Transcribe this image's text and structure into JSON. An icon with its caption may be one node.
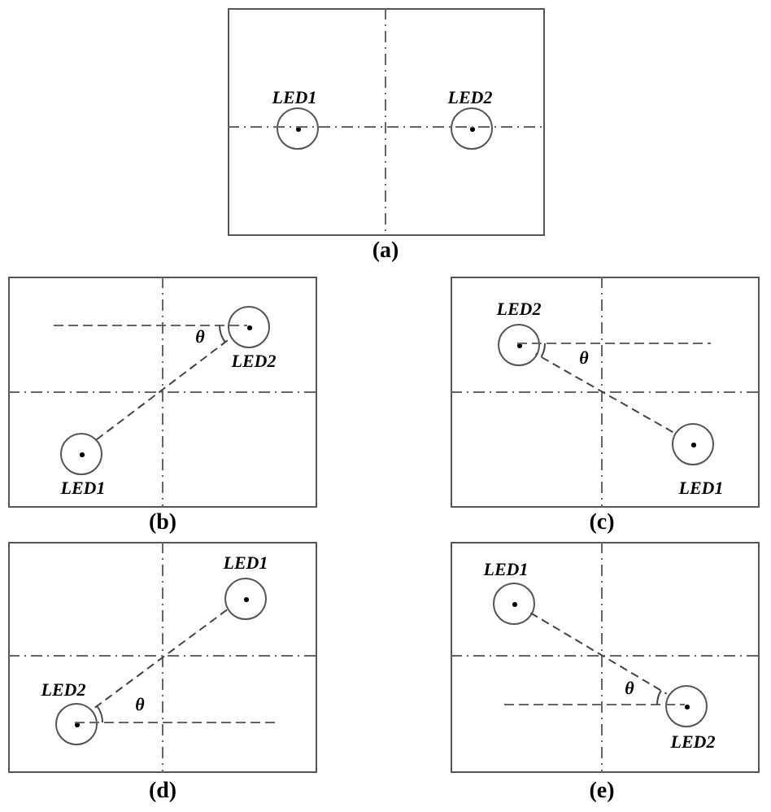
{
  "diagram": {
    "nodes": [
      {
        "text": [],
        "shape": "box",
        "beside": [
          "(a)"
        ]
      },
      {
        "text": [
          "LED1"
        ],
        "in": 0
      },
      {
        "text": [
          "LED2"
        ],
        "in": 0
      },
      {
        "text": [],
        "shape": "box",
        "beside": [
          "(b)"
        ]
      },
      {
        "text": [
          "LED2"
        ],
        "in": 3
      },
      {
        "text": [
          "LED1"
        ],
        "in": 3
      },
      {
        "text": [],
        "shape": "box",
        "beside": [
          "(c)"
        ]
      },
      {
        "text": [
          "LED2"
        ],
        "in": 6
      },
      {
        "text": [
          "LED1"
        ],
        "in": 6
      },
      {
        "text": [],
        "shape": "box",
        "beside": [
          "(d)"
        ]
      },
      {
        "text": [
          "LED1"
        ],
        "in": 9
      },
      {
        "text": [
          "LED2"
        ],
        "in": 9
      },
      {
        "text": [],
        "shape": "box",
        "beside": [
          "(e)"
        ]
      },
      {
        "text": [
          "LED1"
        ],
        "in": 12
      },
      {
        "text": [
          "LED2"
        ],
        "in": 12
      }
    ],
    "edges": [
      {
        "from": 5,
        "to": 4,
        "arrow": "none",
        "style": "dashed"
      },
      {
        "from": 8,
        "to": 7,
        "arrow": "none",
        "style": "dashed"
      },
      {
        "from": 10,
        "to": 11,
        "arrow": "none",
        "style": "dashed"
      },
      {
        "from": 13,
        "to": 14,
        "arrow": "none",
        "style": "dashed"
      }
    ],
    "labels": [
      "θ",
      "θ",
      "θ",
      "θ"
    ]
  }
}
